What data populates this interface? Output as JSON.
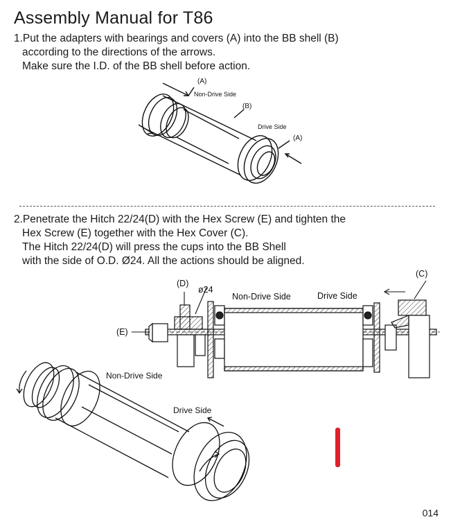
{
  "title": "Assembly Manual for T86",
  "step1": {
    "lines": [
      "1.Put the adapters with bearings and covers (A) into the BB shell (B)",
      "according to the directions of the arrows.",
      "Make sure the I.D. of the BB shell before action."
    ],
    "diagram": {
      "label_a_top": "(A)",
      "label_non_drive": "Non-Drive Side",
      "label_b": "(B)",
      "label_drive": "Drive Side",
      "label_a_bottom": "(A)"
    }
  },
  "step2": {
    "lines": [
      "2.Penetrate the Hitch 22/24(D) with the Hex Screw (E) and tighten the",
      "Hex Screw (E) together with the Hex Cover (C).",
      "The Hitch 22/24(D) will press the cups into the BB Shell",
      "with the side of O.D. Ø24. All the actions should be aligned."
    ],
    "section": {
      "label_d": "(D)",
      "label_o24": "ø24",
      "label_non_drive": "Non-Drive Side",
      "label_drive": "Drive Side",
      "label_c": "(C)",
      "label_e": "(E)"
    },
    "iso": {
      "label_non_drive": "Non-Drive Side",
      "label_drive": "Drive Side"
    }
  },
  "marker_color": "#e0202a",
  "page_number": "014"
}
